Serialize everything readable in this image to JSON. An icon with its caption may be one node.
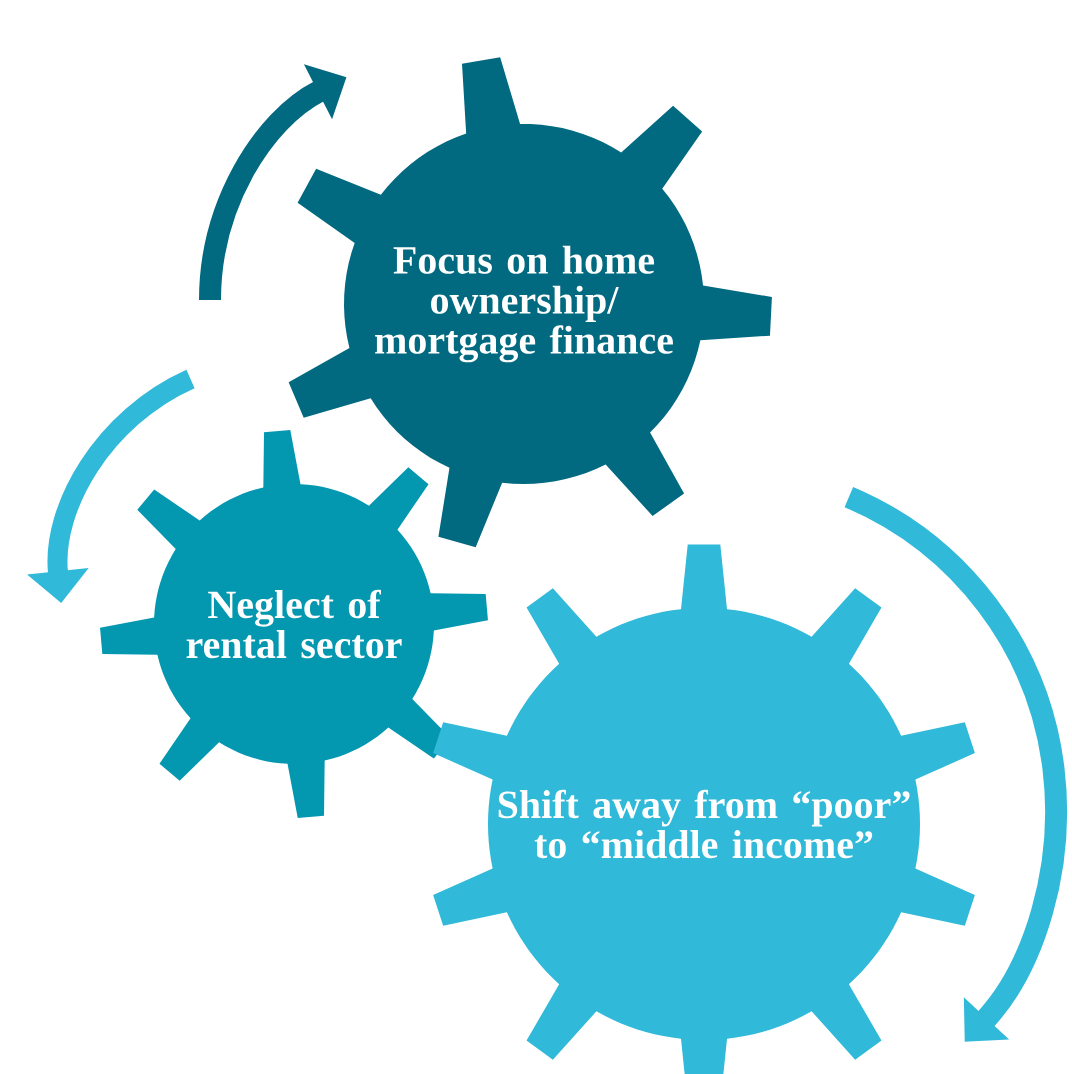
{
  "diagram": {
    "nodes": [
      {
        "text": [
          "Focus on home ownership/ mortgage finance"
        ]
      },
      {
        "text": [
          "Neglect of rental sector"
        ]
      },
      {
        "text": [
          "Shift away from “poor” to “middle income”"
        ]
      }
    ]
  }
}
